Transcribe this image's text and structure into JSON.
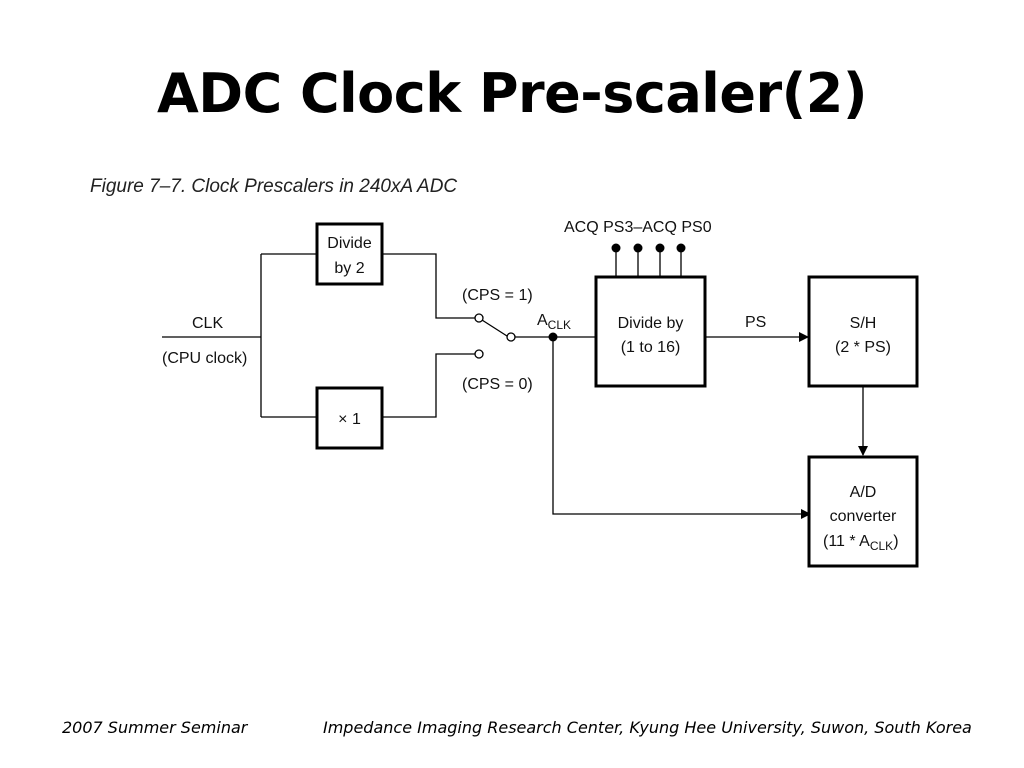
{
  "slide": {
    "title": "ADC Clock Pre-scaler(2)",
    "figure_caption": "Figure 7–7.  Clock Prescalers in 240xA ADC"
  },
  "diagram": {
    "clk_label": "CLK",
    "cpu_clock_label": "(CPU clock)",
    "divide_by_2": {
      "line1": "Divide",
      "line2": "by 2"
    },
    "times_one": "× 1",
    "cps1_label": "(CPS = 1)",
    "cps0_label": "(CPS = 0)",
    "aclk": {
      "main": "A",
      "sub": "CLK"
    },
    "acq_label": "ACQ PS3–ACQ PS0",
    "divide_by_16": {
      "line1": "Divide by",
      "line2": "(1 to 16)"
    },
    "ps_label": "PS",
    "sh": {
      "line1": "S/H",
      "line2": "(2 * PS)"
    },
    "adc": {
      "line1": "A/D",
      "line2": "converter",
      "line3_pre": "(11 * A",
      "line3_sub": "CLK",
      "line3_post": ")"
    }
  },
  "footer": {
    "left": "2007 Summer Seminar",
    "right": "Impedance Imaging Research Center, Kyung Hee University, Suwon, South Korea"
  }
}
